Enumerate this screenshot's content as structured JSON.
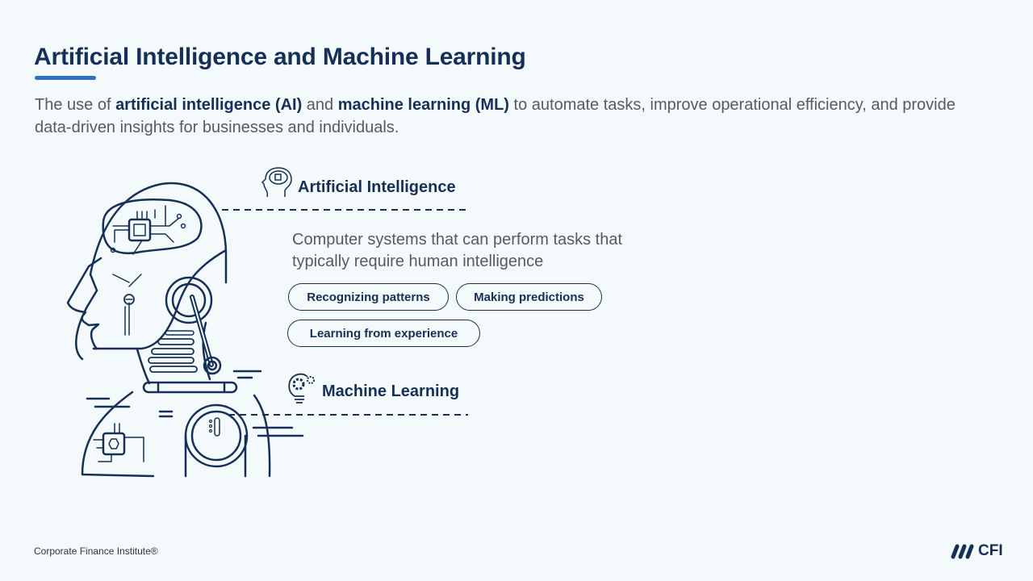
{
  "header": {
    "title": "Artificial Intelligence and Machine Learning",
    "subtitle_parts": [
      "The use of ",
      "artificial intelligence (AI)",
      " and ",
      "machine learning (ML)",
      " to automate tasks, improve operational efficiency, and provide data-driven insights for businesses and individuals."
    ]
  },
  "ai": {
    "label": "Artificial Intelligence",
    "icon": "brain-head-icon",
    "description": "Computer systems that can perform tasks that typically require human intelligence",
    "tags": [
      "Recognizing patterns",
      "Making predictions",
      "Learning from experience"
    ]
  },
  "ml": {
    "label": "Machine Learning",
    "icon": "gear-lightbulb-icon"
  },
  "footer": {
    "text": "Corporate Finance Institute®",
    "logo_text": "CFI"
  },
  "colors": {
    "navy": "#14305a",
    "accent": "#2d6fd1",
    "background": "#f4f9fc"
  }
}
